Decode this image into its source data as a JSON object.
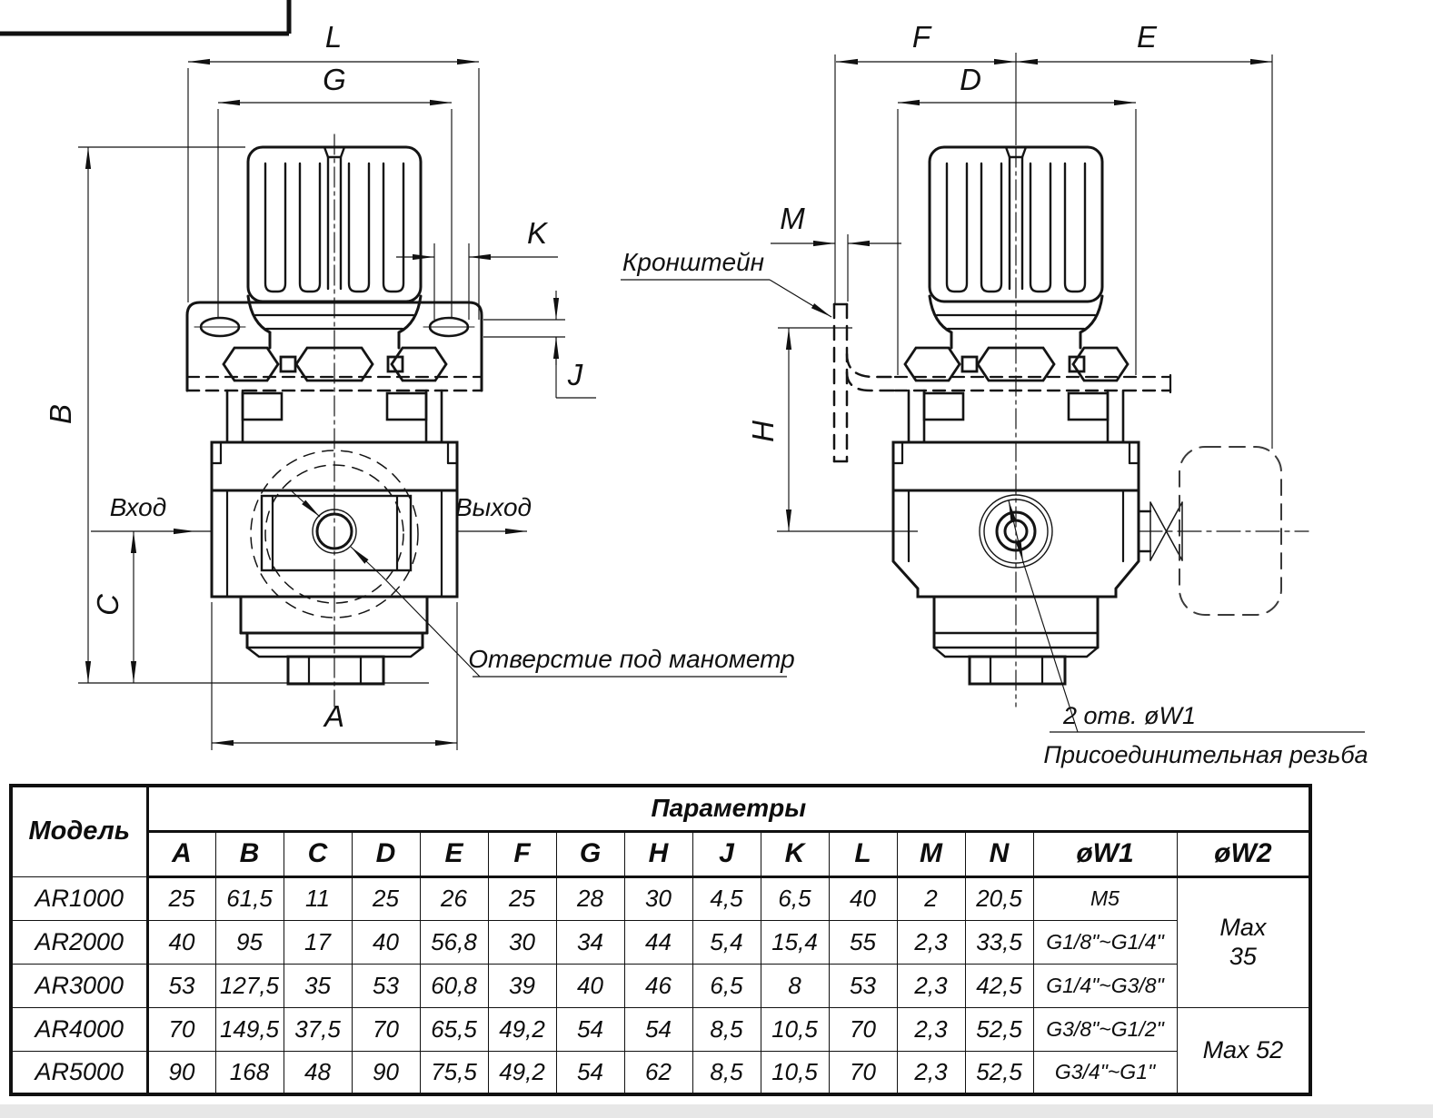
{
  "drawing": {
    "dims": {
      "L": "L",
      "G": "G",
      "K": "K",
      "J": "J",
      "B": "B",
      "C": "C",
      "A": "A",
      "F": "F",
      "E": "E",
      "D": "D",
      "M": "M",
      "H": "H"
    },
    "labels": {
      "inlet": "Вход",
      "outlet": "Выход",
      "gauge_hole": "Отверстие под манометр",
      "bracket": "Кронштейн",
      "holes": "2 отв. øW1",
      "thread": "Присоединительная резьба"
    }
  },
  "table": {
    "model_header": "Модель",
    "params_header": "Параметры",
    "columns": [
      "A",
      "B",
      "C",
      "D",
      "E",
      "F",
      "G",
      "H",
      "J",
      "K",
      "L",
      "M",
      "N",
      "øW1",
      "øW2"
    ],
    "rows": [
      {
        "model": "AR1000",
        "values": [
          "25",
          "61,5",
          "11",
          "25",
          "26",
          "25",
          "28",
          "30",
          "4,5",
          "6,5",
          "40",
          "2",
          "20,5",
          "M5"
        ]
      },
      {
        "model": "AR2000",
        "values": [
          "40",
          "95",
          "17",
          "40",
          "56,8",
          "30",
          "34",
          "44",
          "5,4",
          "15,4",
          "55",
          "2,3",
          "33,5",
          "G1/8\"~G1/4\""
        ]
      },
      {
        "model": "AR3000",
        "values": [
          "53",
          "127,5",
          "35",
          "53",
          "60,8",
          "39",
          "40",
          "46",
          "6,5",
          "8",
          "53",
          "2,3",
          "42,5",
          "G1/4\"~G3/8\""
        ]
      },
      {
        "model": "AR4000",
        "values": [
          "70",
          "149,5",
          "37,5",
          "70",
          "65,5",
          "49,2",
          "54",
          "54",
          "8,5",
          "10,5",
          "70",
          "2,3",
          "52,5",
          "G3/8\"~G1/2\""
        ]
      },
      {
        "model": "AR5000",
        "values": [
          "90",
          "168",
          "48",
          "90",
          "75,5",
          "49,2",
          "54",
          "62",
          "8,5",
          "10,5",
          "70",
          "2,3",
          "52,5",
          "G3/4\"~G1\""
        ]
      }
    ],
    "w2_merged": [
      {
        "label": "Max\n35",
        "span": 3
      },
      {
        "label": "Max 52",
        "span": 2
      }
    ]
  }
}
